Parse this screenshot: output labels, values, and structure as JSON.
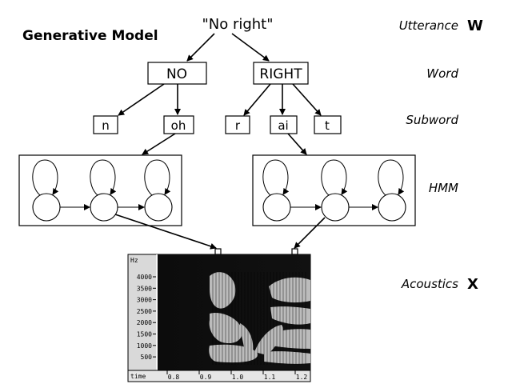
{
  "title": "Generative Model",
  "utterance": "\"No right\"",
  "levels": {
    "utterance": {
      "name": "Utterance",
      "symbol": "W"
    },
    "word": {
      "name": "Word"
    },
    "subword": {
      "name": "Subword"
    },
    "hmm": {
      "name": "HMM"
    },
    "acoustics": {
      "name": "Acoustics",
      "symbol": "X"
    }
  },
  "words": [
    "NO",
    "RIGHT"
  ],
  "subwords": [
    "n",
    "oh",
    "r",
    "ai",
    "t"
  ],
  "spectrogram": {
    "freq_unit": "Hz",
    "freq_ticks": [
      "4000",
      "3500",
      "3000",
      "2500",
      "2000",
      "1500",
      "1000",
      "500"
    ],
    "time_label": "time",
    "time_ticks": [
      "0.8",
      "0.9",
      "1.0",
      "1.1",
      "1.2"
    ]
  }
}
